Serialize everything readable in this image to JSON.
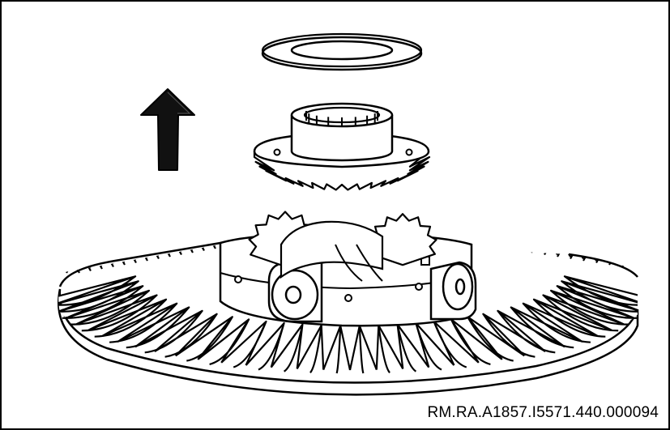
{
  "figure": {
    "reference_code": "RM.RA.A1857.I5571.440.000094"
  },
  "parts": {
    "arrow": "up-arrow-icon",
    "thrust_washer": "thrust-washer",
    "side_gear": "side-gear",
    "differential_case": "differential-case",
    "ring_gear": "ring-gear"
  },
  "colors": {
    "ink": "#000000",
    "paper": "#ffffff",
    "shade": "#e6e6e6"
  }
}
